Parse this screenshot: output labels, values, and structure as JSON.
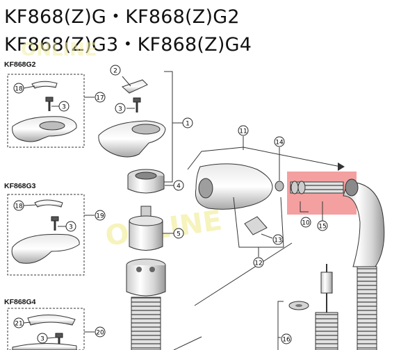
{
  "title_line1": "KF868(Z)G・KF868(Z)G2",
  "title_line2": "KF868(Z)G3・KF868(Z)G4",
  "groups": [
    "KF868G2",
    "KF868G3",
    "KF868G4"
  ],
  "watermark": "ONLINE",
  "parts": [
    "1",
    "2",
    "3",
    "4",
    "5",
    "10",
    "11",
    "12",
    "13",
    "14",
    "15",
    "16",
    "17",
    "18",
    "19",
    "20",
    "21"
  ],
  "colors": {
    "line": "#222222",
    "highlight": "#f08080",
    "watermark": "#f3eea0"
  }
}
